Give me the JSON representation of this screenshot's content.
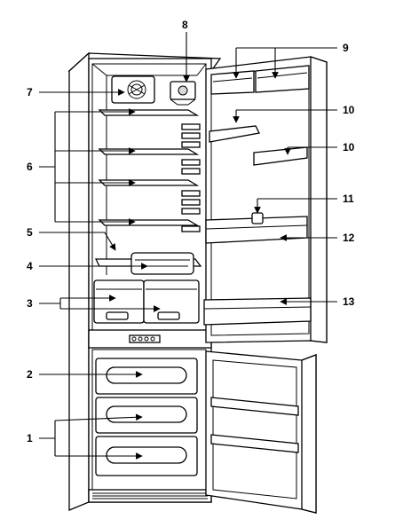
{
  "callouts": {
    "n1": "1",
    "n2": "2",
    "n3": "3",
    "n4": "4",
    "n5": "5",
    "n6": "6",
    "n7": "7",
    "n8": "8",
    "n9": "9",
    "n10a": "10",
    "n10b": "10",
    "n11": "11",
    "n12": "12",
    "n13": "13"
  },
  "style": {
    "line_color": "#000000",
    "background": "#ffffff",
    "shade": "#d8d8d8"
  }
}
